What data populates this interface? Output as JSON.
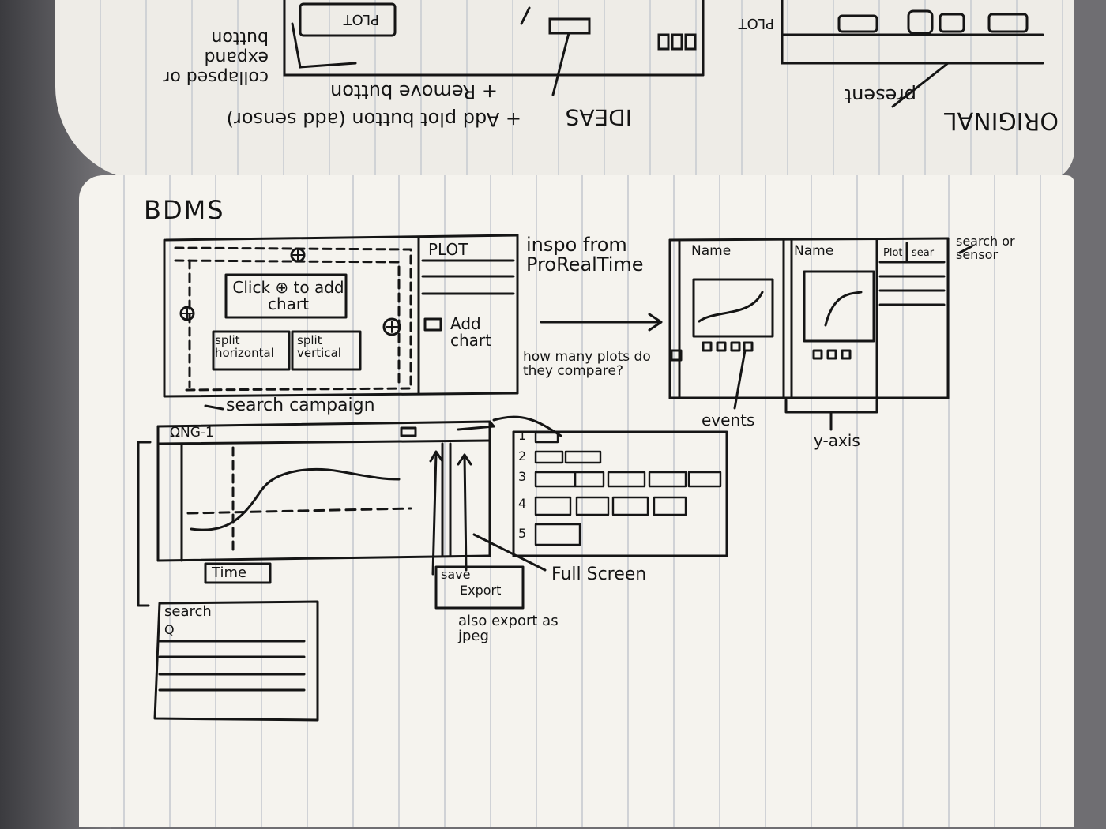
{
  "top_page": {
    "ideas_heading": "IDEAS",
    "original_heading": "ORIGINAL",
    "note_add_plot": "+ Add plot button (add sensor)",
    "note_remove": "+ Remove button",
    "note_collapsed": "collapsed or expand button",
    "note_present": "present",
    "plot_label_left": "PLOT",
    "plot_label_right": "PLOT"
  },
  "page": {
    "title": "BDMS",
    "editor": {
      "click_to_add": "Click ⊕ to add chart",
      "split_horizontal": "split horizontal",
      "split_vertical": "split vertical"
    },
    "plot_panel": {
      "header": "PLOT",
      "add_chart": "Add chart"
    },
    "inspo": "inspo from ProRealTime",
    "how_many": "how many plots do they compare?",
    "search_campaign": "search campaign",
    "chart_window": {
      "campaign_tab": "ΩNG-1",
      "x_axis": "Time"
    },
    "save_menu": {
      "save": "save",
      "export": "Export"
    },
    "also_export": "also export as jpeg",
    "full_screen": "Full Screen",
    "search_panel": {
      "title": "search",
      "search_glyph": "Q"
    },
    "layouts": {
      "rows": [
        "1",
        "2",
        "3",
        "4",
        "5"
      ]
    },
    "prorealtime": {
      "panel_a_name": "Name",
      "panel_b_name": "Name",
      "tab_plot": "Plot",
      "tab_search": "sear",
      "search_or_sensor": "search or sensor",
      "events": "events",
      "y_axis": "y-axis"
    }
  }
}
